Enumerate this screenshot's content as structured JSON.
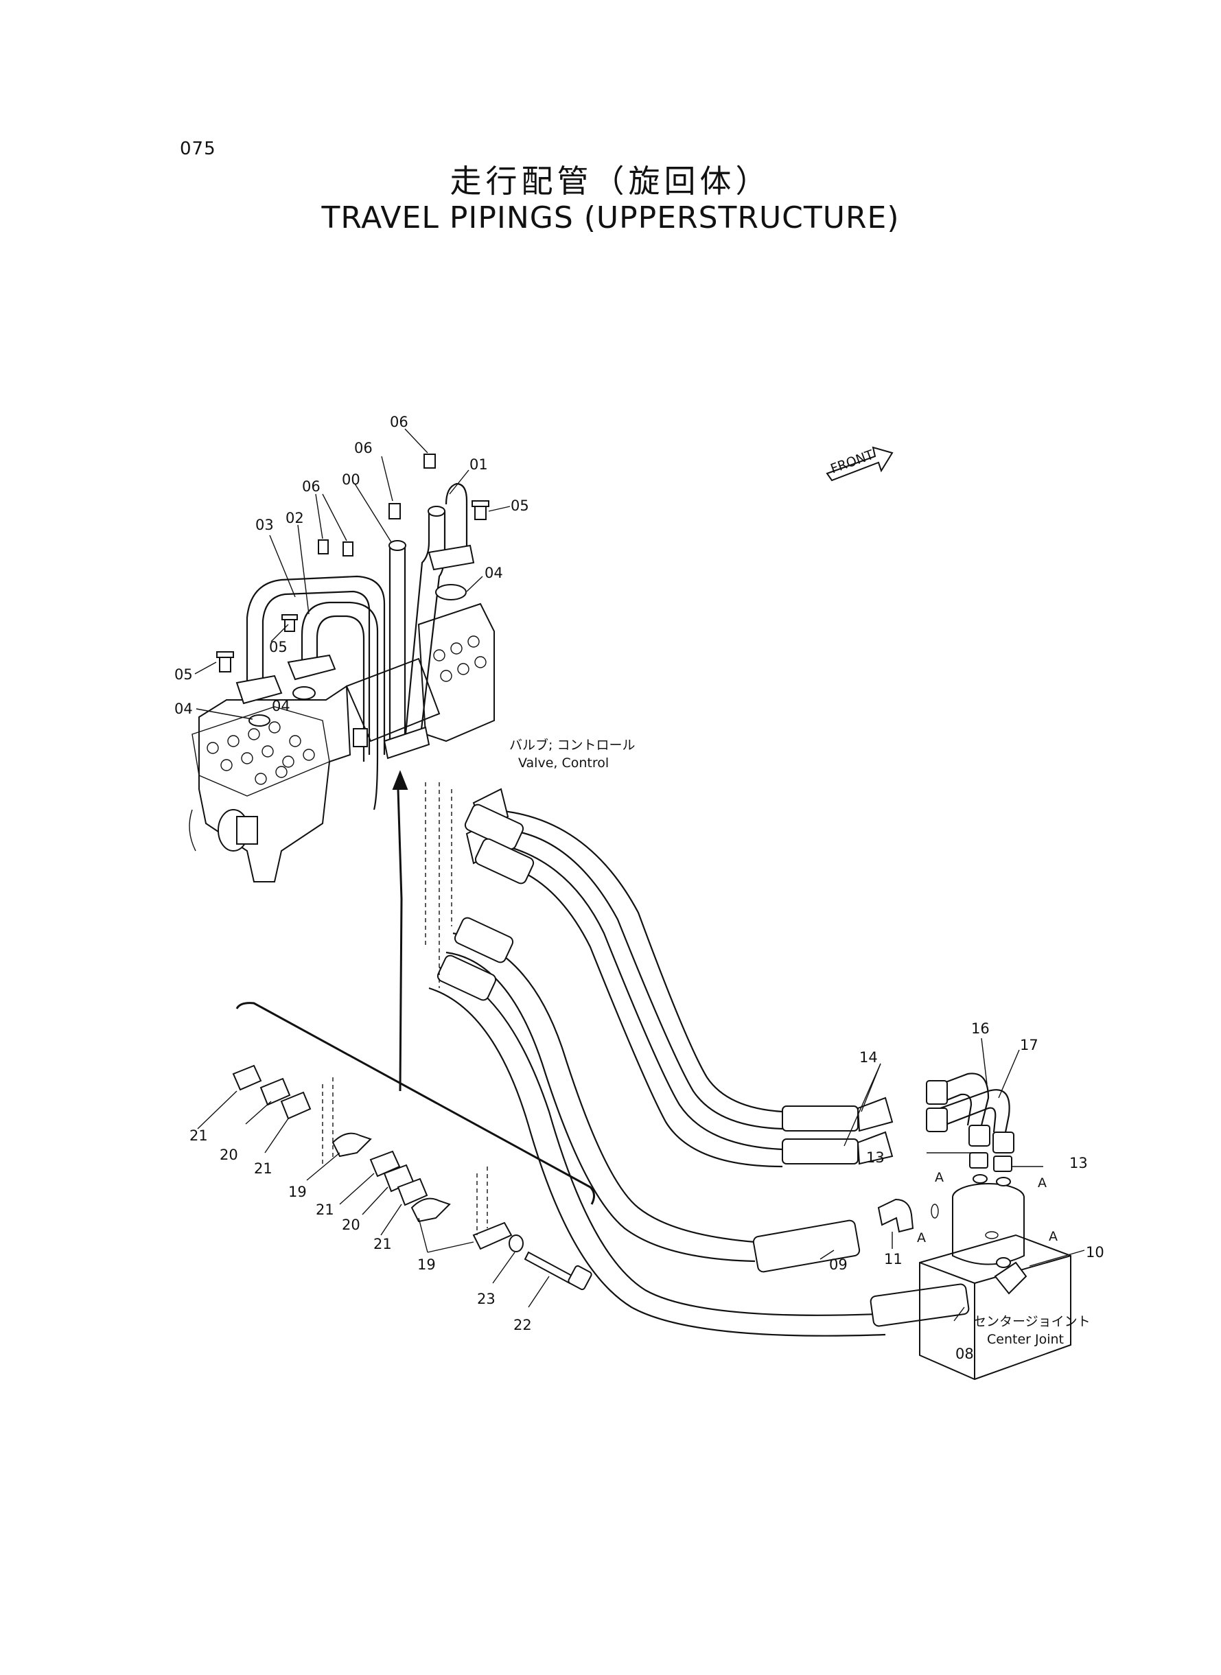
{
  "page": {
    "number": "075",
    "title_jp": "走行配管（旋回体）",
    "title_en": "TRAVEL PIPINGS (UPPERSTRUCTURE)"
  },
  "annotations": {
    "front": "FRONT",
    "valve_jp": "バルブ; コントロール",
    "valve_en": "Valve, Control",
    "joint_jp": "センタージョイント",
    "joint_en": "Center Joint"
  },
  "callouts": {
    "c00": "00",
    "c01": "01",
    "c02": "02",
    "c03": "03",
    "c04a": "04",
    "c04b": "04",
    "c04c": "04",
    "c05a": "05",
    "c05b": "05",
    "c05c": "05",
    "c06a": "06",
    "c06b": "06",
    "c06c": "06",
    "c08": "08",
    "c09": "09",
    "c10": "10",
    "c11": "11",
    "c13a": "13",
    "c13b": "13",
    "c14": "14",
    "c16": "16",
    "c17": "17",
    "c19a": "19",
    "c19b": "19",
    "c20a": "20",
    "c20b": "20",
    "c21a": "21",
    "c21b": "21",
    "c21c": "21",
    "c21d": "21",
    "c22": "22",
    "c23": "23",
    "a1": "A",
    "a2": "A",
    "a3": "A",
    "a4": "A"
  }
}
